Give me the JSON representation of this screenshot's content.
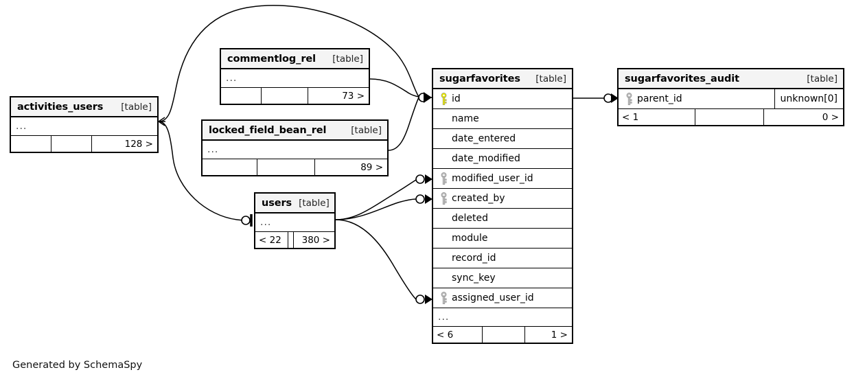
{
  "diagram": {
    "credit": "Generated by SchemaSpy",
    "table_tag": "[table]",
    "ellipsis": "..."
  },
  "tables": {
    "activities_users": {
      "name": "activities_users",
      "tag": "[table]",
      "ellipsis": "...",
      "footer": [
        "",
        "",
        "128 >"
      ]
    },
    "commentlog_rel": {
      "name": "commentlog_rel",
      "tag": "[table]",
      "ellipsis": "...",
      "footer": [
        "",
        "",
        "73 >"
      ]
    },
    "locked_field_bean_rel": {
      "name": "locked_field_bean_rel",
      "tag": "[table]",
      "ellipsis": "...",
      "footer": [
        "",
        "",
        "89 >"
      ]
    },
    "users": {
      "name": "users",
      "tag": "[table]",
      "ellipsis": "...",
      "footer": [
        "< 22",
        "",
        "380 >"
      ]
    },
    "sugarfavorites": {
      "name": "sugarfavorites",
      "tag": "[table]",
      "ellipsis": "...",
      "footer": [
        "< 6",
        "",
        "1 >"
      ],
      "columns": [
        {
          "label": "id",
          "key": "primary"
        },
        {
          "label": "name",
          "key": "none"
        },
        {
          "label": "date_entered",
          "key": "none"
        },
        {
          "label": "date_modified",
          "key": "none"
        },
        {
          "label": "modified_user_id",
          "key": "foreign"
        },
        {
          "label": "created_by",
          "key": "foreign"
        },
        {
          "label": "deleted",
          "key": "none"
        },
        {
          "label": "module",
          "key": "none"
        },
        {
          "label": "record_id",
          "key": "none"
        },
        {
          "label": "sync_key",
          "key": "none"
        },
        {
          "label": "assigned_user_id",
          "key": "foreign"
        }
      ]
    },
    "sugarfavorites_audit": {
      "name": "sugarfavorites_audit",
      "tag": "[table]",
      "footer": [
        "< 1",
        "",
        "0 >"
      ],
      "columns": [
        {
          "label": "parent_id",
          "key": "foreign",
          "type": "unknown[0]"
        }
      ]
    }
  },
  "colors": {
    "primary_key": "#e8e800",
    "foreign_key": "#bcbcbc",
    "border": "#000000",
    "header_bg": "#f4f4f4",
    "canvas_bg": "#ffffff"
  },
  "relationships": [
    {
      "from": "activities_users",
      "to": "sugarfavorites.id"
    },
    {
      "from": "commentlog_rel",
      "to": "sugarfavorites.id"
    },
    {
      "from": "locked_field_bean_rel",
      "to": "sugarfavorites.id"
    },
    {
      "from": "users",
      "to": "sugarfavorites.modified_user_id"
    },
    {
      "from": "users",
      "to": "sugarfavorites.created_by"
    },
    {
      "from": "users",
      "to": "sugarfavorites.assigned_user_id"
    },
    {
      "from": "sugarfavorites.id",
      "to": "sugarfavorites_audit.parent_id"
    }
  ]
}
